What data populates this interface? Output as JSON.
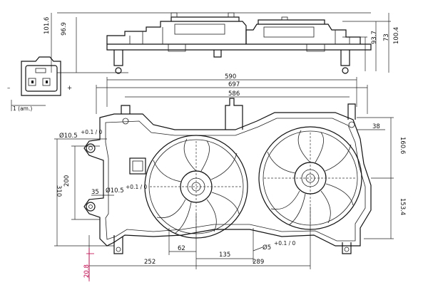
{
  "drawing": {
    "top_view": {
      "dims": {
        "height_overall": "101.6",
        "height_left": "96.9",
        "height_right_inner": "73",
        "height_right_mid": "93.7",
        "height_right_outer": "100.4"
      }
    },
    "connector": {
      "minus": "–",
      "plus": "+",
      "note": "1 (am.)"
    },
    "front_view": {
      "dims": {
        "width_590": "590",
        "width_697": "697",
        "width_586": "586",
        "mount_hole_top": "Ø10.5",
        "mount_hole_top_tol": "+0.1 / 0",
        "height_310": "310",
        "height_200": "200",
        "offset_35": "35",
        "mount_hole_mid": "Ø10.5",
        "mount_hole_mid_tol": "+0.1 / 0",
        "offset_38": "38",
        "height_160": "160.6",
        "height_153": "153.4",
        "bottom_62": "62",
        "bottom_135": "135",
        "bottom_252": "252",
        "bottom_289": "289",
        "hole_bottom": "Ø5",
        "hole_bottom_tol": "+0.1 / 0",
        "offset_20": "20.8"
      }
    },
    "colors": {
      "ink": "#111111",
      "accent_dimension": "#c0004a",
      "background": "#ffffff"
    }
  }
}
